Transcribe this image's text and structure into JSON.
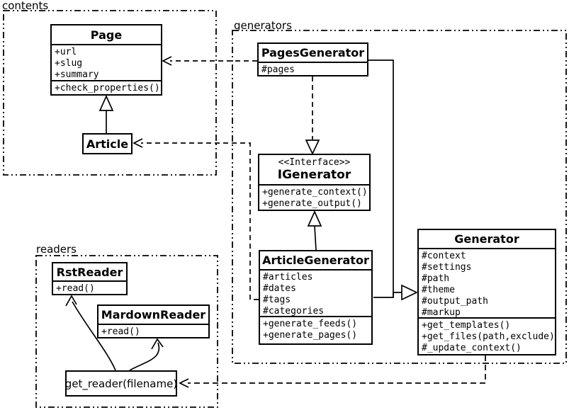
{
  "packages": {
    "contents": {
      "label": "contents"
    },
    "generators": {
      "label": "generators"
    },
    "readers": {
      "label": "readers"
    }
  },
  "classes": {
    "page": {
      "title": "Page",
      "attrs": [
        "+url",
        "+slug",
        "+summary"
      ],
      "methods": [
        "+check_properties()"
      ]
    },
    "article": {
      "title": "Article"
    },
    "pagesGenerator": {
      "title": "PagesGenerator",
      "attrs": [
        "#pages"
      ]
    },
    "iGenerator": {
      "stereotype": "<<Interface>>",
      "title": "IGenerator",
      "methods": [
        "+generate_context()",
        "+generate_output()"
      ]
    },
    "articleGenerator": {
      "title": "ArticleGenerator",
      "attrs": [
        "#articles",
        "#dates",
        "#tags",
        "#categories"
      ],
      "methods": [
        "+generate_feeds()",
        "+generate_pages()"
      ]
    },
    "generator": {
      "title": "Generator",
      "attrs": [
        "#context",
        "#settings",
        "#path",
        "#theme",
        "#output_path",
        "#markup"
      ],
      "methods": [
        "+get_templates()",
        "+get_files(path,exclude)",
        "#_update_context()"
      ]
    },
    "rstReader": {
      "title": "RstReader",
      "methods": [
        "+read()"
      ]
    },
    "mardownReader": {
      "title": "MardownReader",
      "methods": [
        "+read()"
      ]
    },
    "getReader": {
      "label": "get_reader(filename)"
    }
  },
  "colors": {
    "line": "#000000",
    "background": "#ffffff",
    "box_fill": "#ffffff"
  }
}
